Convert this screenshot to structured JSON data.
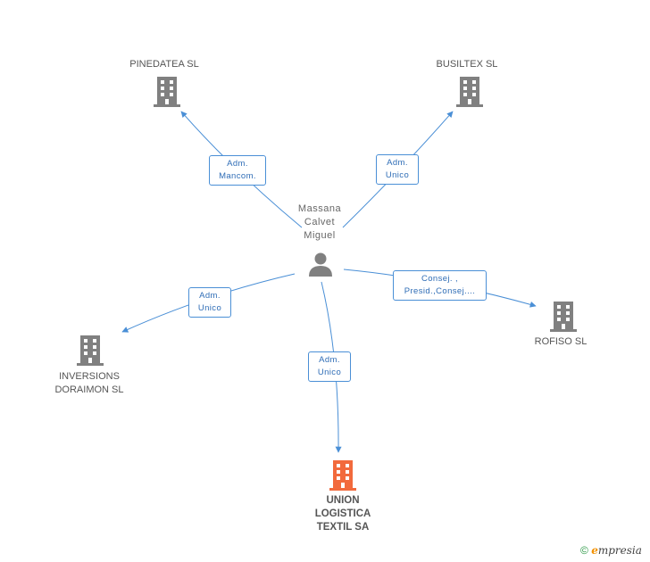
{
  "colors": {
    "building": "#808080",
    "building_main": "#f26a3d",
    "person": "#808080",
    "edge": "#4a8fd6"
  },
  "nodes": {
    "person": {
      "lines": [
        "Massana",
        "Calvet",
        "Miguel"
      ],
      "icon": "person-icon"
    },
    "pinedatea": {
      "label": "PINEDATEA SL",
      "icon": "building-icon"
    },
    "busiltex": {
      "label": "BUSILTEX SL",
      "icon": "building-icon"
    },
    "inversions": {
      "lines": [
        "INVERSIONS",
        "DORAIMON SL"
      ],
      "icon": "building-icon"
    },
    "rofiso": {
      "label": "ROFISO SL",
      "icon": "building-icon"
    },
    "union": {
      "lines": [
        "UNION",
        "LOGISTICA",
        "TEXTIL SA"
      ],
      "icon": "building-icon"
    }
  },
  "edges": {
    "pinedatea": {
      "lines": [
        "Adm.",
        "Mancom."
      ]
    },
    "busiltex": {
      "lines": [
        "Adm.",
        "Unico"
      ]
    },
    "inversions": {
      "lines": [
        "Adm.",
        "Unico"
      ]
    },
    "rofiso": {
      "lines": [
        "Consej. ,",
        "Presid.,Consej...."
      ]
    },
    "union": {
      "lines": [
        "Adm.",
        "Unico"
      ]
    }
  },
  "footer": {
    "copyright": "©",
    "brand_initial": "e",
    "brand_rest": "mpresia"
  }
}
